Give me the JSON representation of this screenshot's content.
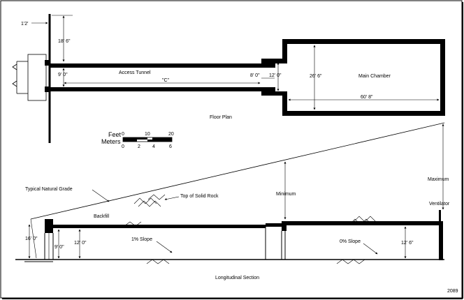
{
  "labels": {
    "dim_1ft": "1'2'",
    "dim_18ft6": "18' 6\"",
    "dim_9ft_tunnel": "9' 0\"",
    "access_tunnel": "Access Tunnel",
    "dim_c": "\"C\"",
    "dim_8ft": "8' 0\"",
    "dim_12ft_plan": "12' 0\"",
    "main_chamber": "Main Chamber",
    "dim_26ft6": "26' 6\"",
    "dim_60ft8": "60' 8\"",
    "floor_plan": "Floor Plan",
    "scale_feet": "Feet",
    "scale_meters": "Meters",
    "feet_ticks": [
      "0",
      "10",
      "20"
    ],
    "meter_ticks": [
      "0",
      "2",
      "4",
      "6"
    ],
    "typical_grade": "Typical Natural Grade",
    "top_solid_rock": "Top of Solid Rock",
    "minimum": "Minimum",
    "maximum": "Maximum",
    "ventilator": "Ventilator",
    "backfill": "Backfill",
    "dim_16ft": "16' 0\"",
    "dim_9ft_section": "9' 0\"",
    "dim_12ft_section": "12' 0\"",
    "slope_1pct": "1% Slope",
    "slope_0pct": "0% Slope",
    "dim_12ft6": "12' 6\"",
    "longitudinal_section": "Longitudinal Section",
    "figure_number": "2089"
  }
}
